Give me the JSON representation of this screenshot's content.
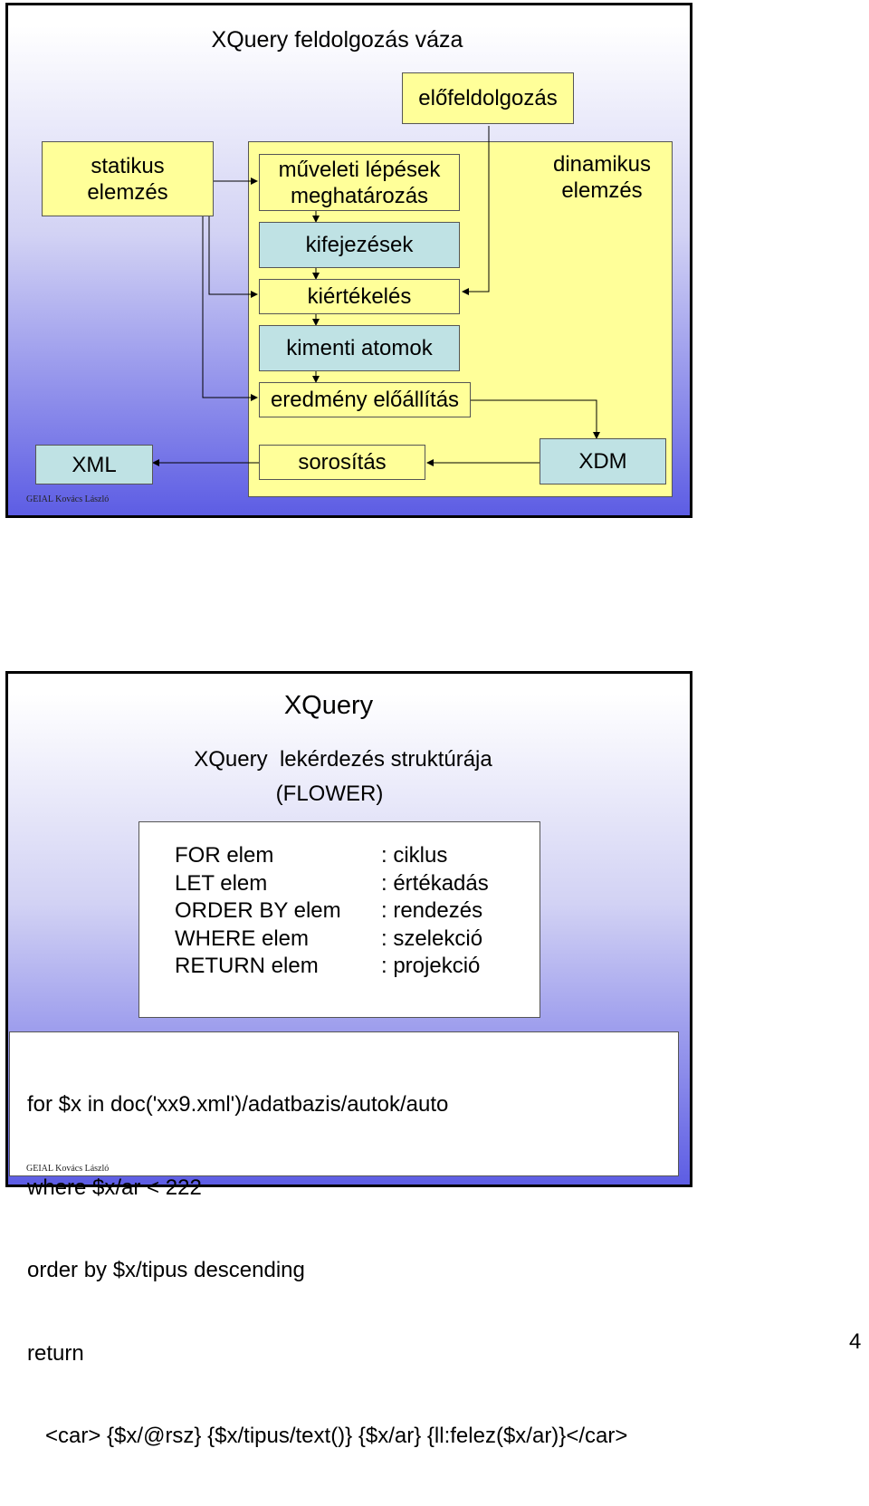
{
  "slide1": {
    "title": "XQuery feldolgozás váza",
    "preprocessing": "előfeldolgozás",
    "static_analysis": [
      "statikus",
      "elemzés"
    ],
    "dynamic_analysis": [
      "dinamikus",
      "elemzés"
    ],
    "steps": {
      "operations": [
        "műveleti lépések",
        "meghatározás"
      ],
      "expressions": "kifejezések",
      "evaluation": "kiértékelés",
      "atoms": "kimenti atomok",
      "result": "eredmény előállítás",
      "serialization": "sorosítás"
    },
    "xml": "XML",
    "xdm": "XDM",
    "credit": "GEIAL Kovács László",
    "colors": {
      "yellow": "#ffff99",
      "teal": "#bfe2e4",
      "gradient_bottom": "#5d5de4"
    }
  },
  "slide2": {
    "title": "XQuery",
    "subtitle_line1": "XQuery  lekérdezés struktúrája",
    "subtitle_line2": "(FLOWER)",
    "clauses": [
      {
        "clause": "FOR elem",
        "meaning": ": ciklus"
      },
      {
        "clause": "LET elem",
        "meaning": ": értékadás"
      },
      {
        "clause": "ORDER BY elem",
        "meaning": ": rendezés"
      },
      {
        "clause": "WHERE elem",
        "meaning": ": szelekció"
      },
      {
        "clause": "RETURN elem",
        "meaning": ": projekció"
      }
    ],
    "code": [
      "for $x in doc('xx9.xml')/adatbazis/autok/auto",
      "where $x/ar < 222",
      "order by $x/tipus descending",
      "return",
      "   <car> {$x/@rsz} {$x/tipus/text()} {$x/ar} {ll:felez($x/ar)}</car>"
    ],
    "credit": "GEIAL Kovács László"
  },
  "page_number": "4"
}
